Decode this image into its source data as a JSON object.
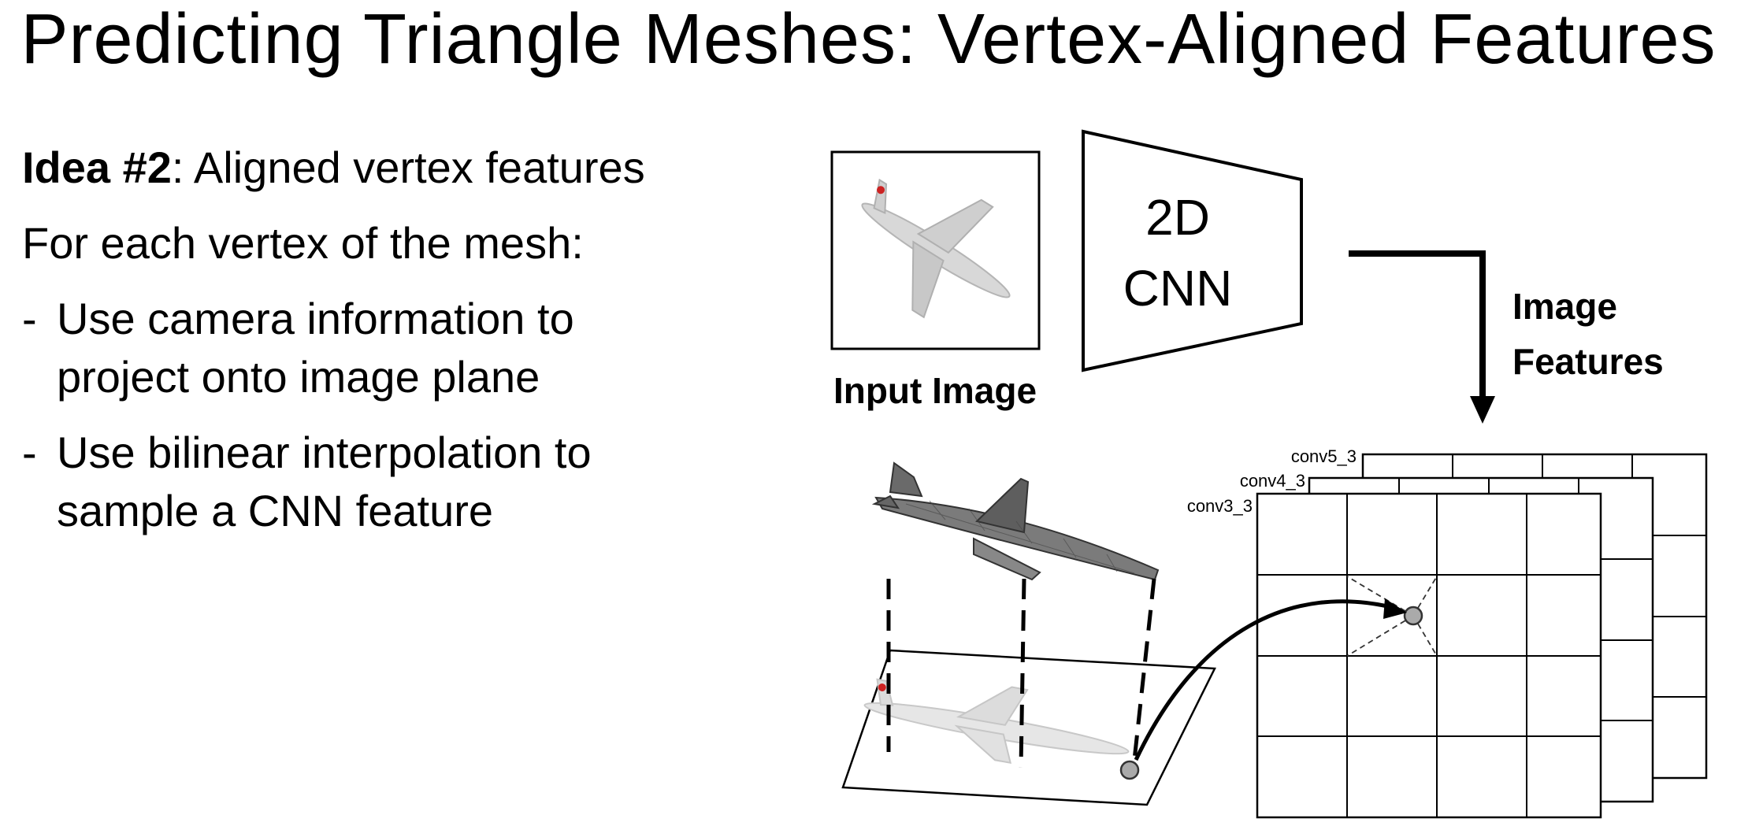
{
  "title": "Predicting Triangle Meshes: Vertex-Aligned Features",
  "idea": {
    "label": "Idea #2",
    "text": ": Aligned vertex features"
  },
  "intro": "For each vertex of the mesh:",
  "bullets": [
    {
      "dash": "-",
      "line1": "Use camera information to",
      "line2": "project onto image plane"
    },
    {
      "dash": "-",
      "line1": "Use bilinear interpolation to",
      "line2": "sample a CNN feature"
    }
  ],
  "diagram": {
    "input_label": "Input Image",
    "cnn_line1": "2D",
    "cnn_line2": "CNN",
    "features_line1": "Image",
    "features_line2": "Features",
    "layers": [
      "conv5_3",
      "conv4_3",
      "conv3_3"
    ]
  }
}
